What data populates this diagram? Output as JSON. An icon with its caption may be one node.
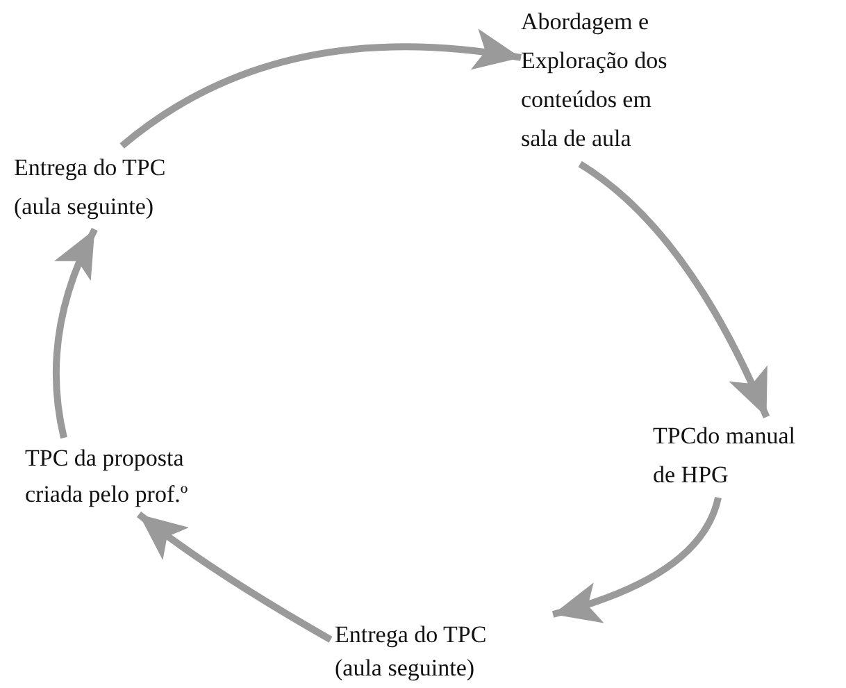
{
  "diagram": {
    "nodes": [
      {
        "text": [
          "Abordagem e Exploração dos conteúdos em sala de aula"
        ]
      },
      {
        "text": [
          "TPCdo manual de HPG"
        ]
      },
      {
        "text": [
          "Entrega do TPC (aula seguinte)"
        ]
      },
      {
        "text": [
          "TPC da proposta criada pelo prof.º"
        ]
      },
      {
        "text": [
          "Entrega do TPC (aula seguinte)"
        ]
      }
    ],
    "edges": [
      {
        "from": 0,
        "to": 1,
        "arrow": "to"
      },
      {
        "from": 1,
        "to": 2,
        "arrow": "to"
      },
      {
        "from": 2,
        "to": 3,
        "arrow": "to"
      },
      {
        "from": 3,
        "to": 4,
        "arrow": "to"
      },
      {
        "from": 4,
        "to": 0,
        "arrow": "to"
      }
    ]
  }
}
